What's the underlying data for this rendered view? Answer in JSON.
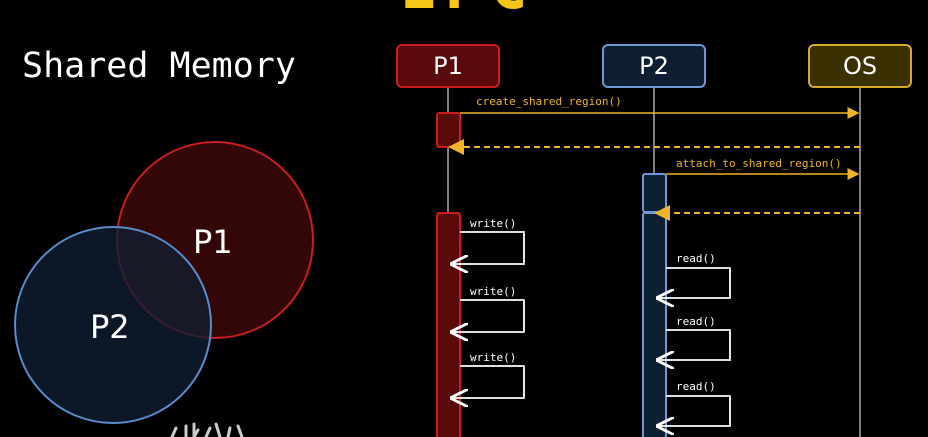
{
  "header": {
    "title_fragment": "IPC"
  },
  "subtitle": "Shared Memory",
  "venn": {
    "labels": [
      "P1",
      "P2"
    ]
  },
  "actors": [
    {
      "id": "p1",
      "label": "P1",
      "color": "#c81e1e"
    },
    {
      "id": "p2",
      "label": "P2",
      "color": "#6a9ad6"
    },
    {
      "id": "os",
      "label": "OS",
      "color": "#d4a92a"
    }
  ],
  "messages": [
    {
      "label": "create_shared_region()",
      "color": "#f0b429"
    },
    {
      "label": "attach_to_shared_region()",
      "color": "#f0b429"
    },
    {
      "label": "write()"
    },
    {
      "label": "write()"
    },
    {
      "label": "write()"
    },
    {
      "label": "read()"
    },
    {
      "label": "read()"
    },
    {
      "label": "read()"
    }
  ]
}
